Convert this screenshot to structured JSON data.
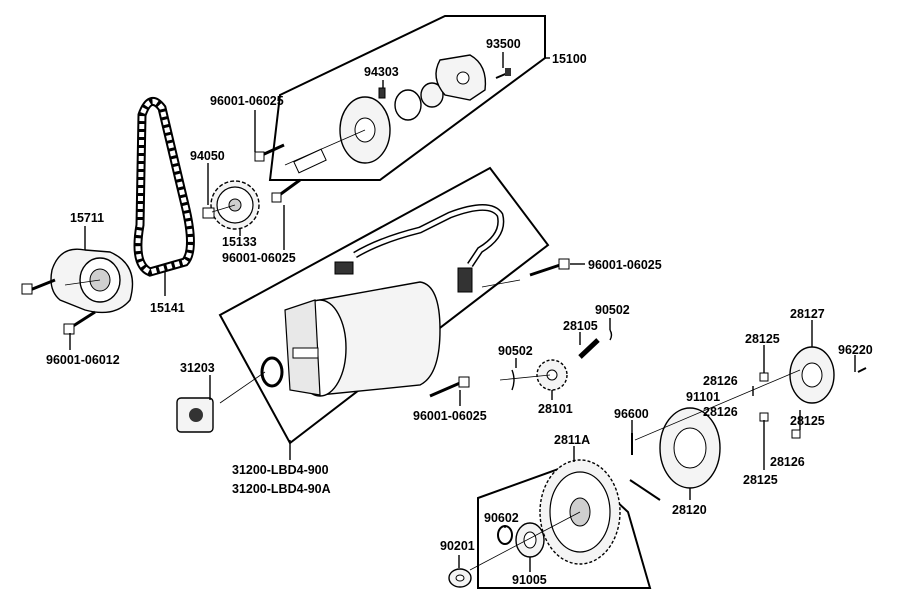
{
  "diagram": {
    "labels": {
      "p15100": "15100",
      "p93500": "93500",
      "p94303": "94303",
      "p96001_06025_top": "96001-06025",
      "p94050": "94050",
      "p15711": "15711",
      "p15133": "15133",
      "p96001_06025_sprocket": "96001-06025",
      "p15141": "15141",
      "p96001_06012": "96001-06012",
      "p96001_06025_right": "96001-06025",
      "p90502_top": "90502",
      "p28105": "28105",
      "p90502_left": "90502",
      "p28101": "28101",
      "p31203": "31203",
      "p96001_06025_bottom": "96001-06025",
      "p31200_a": "31200-LBD4-900",
      "p31200_b": "31200-LBD4-90A",
      "p28127": "28127",
      "p28125_top": "28125",
      "p96220": "96220",
      "p28126_a": "28126",
      "p91101": "91101",
      "p28126_b": "28126",
      "p28125_mid": "28125",
      "p96600": "96600",
      "p28126_c": "28126",
      "p28125_bot": "28125",
      "p2811A": "2811A",
      "p28120": "28120",
      "p90602": "90602",
      "p90201": "90201",
      "p91005": "91005"
    },
    "colors": {
      "line": "#000000",
      "part_fill": "#f4f4f4",
      "part_shade": "#cfcfcf",
      "dark": "#333333"
    }
  }
}
